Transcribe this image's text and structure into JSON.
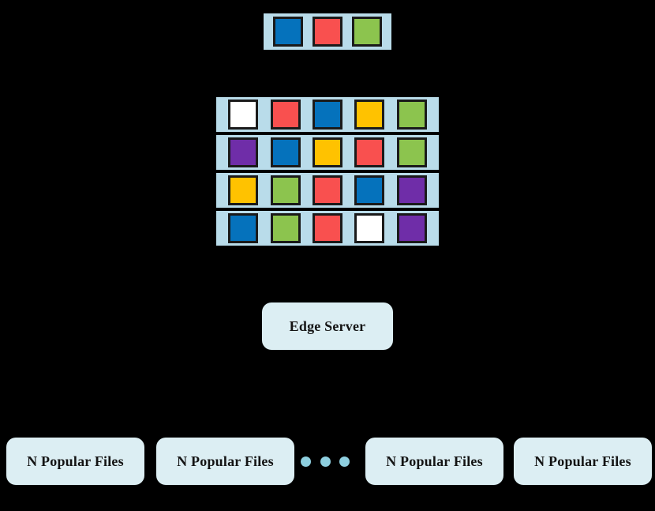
{
  "figure": {
    "background_color": "#000000",
    "tray_color": "#b9dcea",
    "box_color": "#dceef3",
    "dot_color": "#8ecfdf",
    "cell_border_color": "#1a1a1a"
  },
  "palette": {
    "blue": "#0572bc",
    "red": "#f9504f",
    "green": "#8cc44e",
    "yellow": "#ffc200",
    "purple": "#6f2da8",
    "white": "#ffffff"
  },
  "request_strip": {
    "label": "request-strip",
    "cells": [
      "blue",
      "red",
      "green"
    ]
  },
  "cache_grid": {
    "label": "cache-grid",
    "rows": [
      {
        "cells": [
          "white",
          "red",
          "blue",
          "yellow",
          "green"
        ]
      },
      {
        "cells": [
          "purple",
          "blue",
          "yellow",
          "red",
          "green"
        ]
      },
      {
        "cells": [
          "yellow",
          "green",
          "red",
          "blue",
          "purple"
        ]
      },
      {
        "cells": [
          "blue",
          "green",
          "red",
          "white",
          "purple"
        ]
      }
    ]
  },
  "edge_server": {
    "label": "Edge Server"
  },
  "file_sources": {
    "boxes": [
      {
        "label": "N Popular Files"
      },
      {
        "label": "N Popular Files"
      },
      {
        "label": "N Popular Files"
      },
      {
        "label": "N Popular Files"
      }
    ],
    "ellipsis_dots": 3
  }
}
